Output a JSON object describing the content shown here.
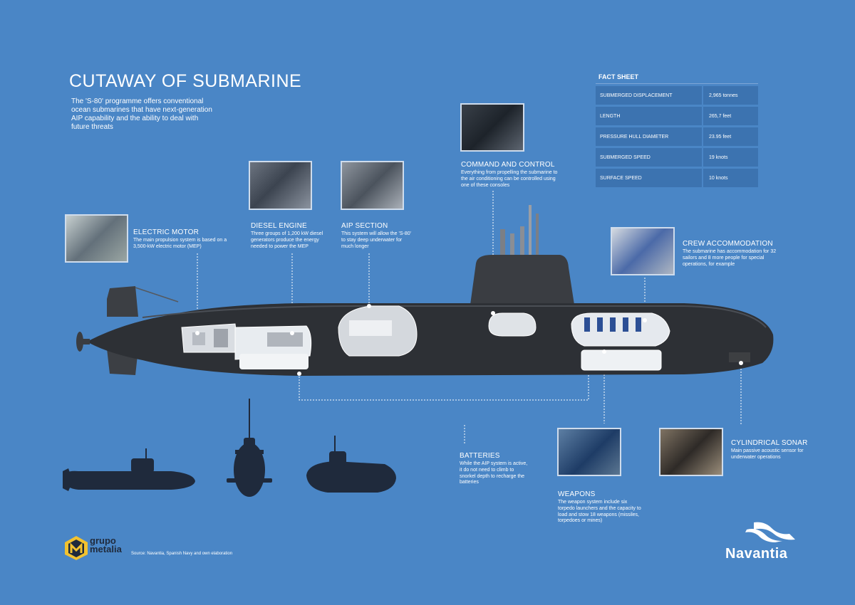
{
  "title": "CUTAWAY OF SUBMARINE",
  "intro": "The 'S-80' programme offers conventional ocean submarines that have next-generation AIP capability and the ability to deal with future threats",
  "fact_sheet": {
    "title": "FACT SHEET",
    "rows": [
      {
        "label": "SUBMERGED DISPLACEMENT",
        "value": "2,965 tonnes"
      },
      {
        "label": "LENGTH",
        "value": "265,7 feet"
      },
      {
        "label": "PRESSURE HULL DIAMETER",
        "value": "23.95 feet"
      },
      {
        "label": "SUBMERGED SPEED",
        "value": "19 knots"
      },
      {
        "label": "SURFACE SPEED",
        "value": "10 knots"
      }
    ]
  },
  "callouts": {
    "electric_motor": {
      "heading": "ELECTRIC MOTOR",
      "text": "The main propulsion system is based on a 3,500-kW electric motor (MEP)"
    },
    "diesel_engine": {
      "heading": "DIESEL ENGINE",
      "text": "Three groups of 1,200 kW diesel generators produce the energy needed to power the MEP"
    },
    "aip_section": {
      "heading": "AIP SECTION",
      "text": "This system will allow the 'S-80' to stay deep underwater for much longer"
    },
    "command_control": {
      "heading": "COMMAND AND CONTROL",
      "text": "Everything from propelling the submarine to the air conditioning can be controlled using one of these consoles"
    },
    "crew": {
      "heading": "CREW ACCOMMODATION",
      "text": "The submarine has accommodation for 32 sailors and 8 more people for special operations, for example"
    },
    "batteries": {
      "heading": "BATTERIES",
      "text": "While the AIP system is active, it do not need to climb to snorkel depth to recharge the batteries"
    },
    "weapons": {
      "heading": "WEAPONS",
      "text": "The weapon system include six torpedo launchers and the capacity to load and stow 18 weapons (missiles, torpedoes or mines)"
    },
    "sonar": {
      "heading": "CYLINDRICAL SONAR",
      "text": "Main passive acoustic sensor for underwater operations"
    }
  },
  "source": "Source: Navantia, Spanish Navy  and own elaboration",
  "logos": {
    "grupo_line1": "grupo",
    "grupo_line2": "metalia",
    "navantia": "Navantia"
  },
  "colors": {
    "background": "#4a86c6",
    "hull": "#2d3035",
    "panel": "#3c73b0",
    "silhouette": "#1f2a3c"
  }
}
